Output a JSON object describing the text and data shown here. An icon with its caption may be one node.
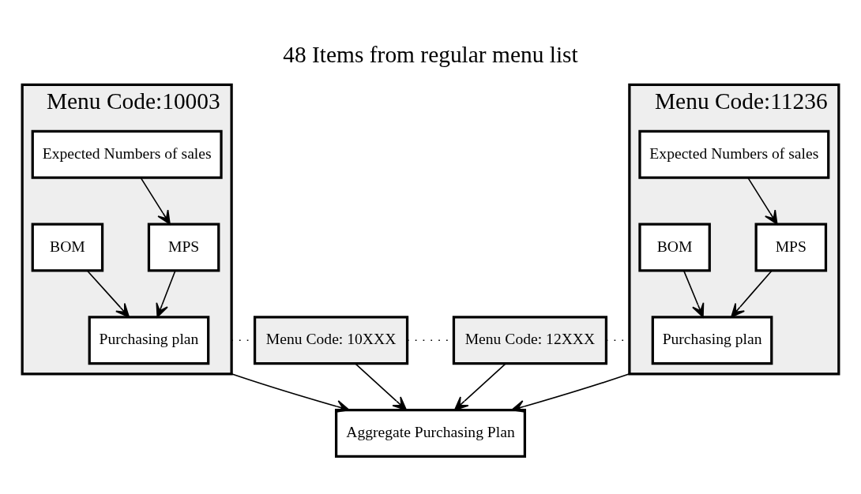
{
  "diagram": {
    "title": "48 Items from regular menu list",
    "nodes": [
      {
        "text": [
          "Menu Code:10003"
        ]
      },
      {
        "text": [
          "Expected Numbers of sales"
        ],
        "in": 0
      },
      {
        "text": [
          "MPS"
        ],
        "in": 0
      },
      {
        "text": [
          "BOM"
        ],
        "in": 0
      },
      {
        "text": [
          "Purchasing plan"
        ],
        "in": 0
      },
      {
        "text": [
          "Menu Code: 10XXX"
        ]
      },
      {
        "text": [
          "Menu Code: 12XXX"
        ]
      },
      {
        "text": [
          "Menu Code:11236"
        ]
      },
      {
        "text": [
          "Expected Numbers of sales"
        ],
        "in": 7
      },
      {
        "text": [
          "MPS"
        ],
        "in": 7
      },
      {
        "text": [
          "BOM"
        ],
        "in": 7
      },
      {
        "text": [
          "Purchasing plan"
        ],
        "in": 7
      },
      {
        "text": [
          "Aggregate Purchasing Plan"
        ]
      }
    ],
    "edges": [
      {
        "from": 1,
        "to": 2,
        "arrow": "to"
      },
      {
        "from": 2,
        "to": 4,
        "arrow": "to"
      },
      {
        "from": 3,
        "to": 4,
        "arrow": "to"
      },
      {
        "from": 8,
        "to": 9,
        "arrow": "to"
      },
      {
        "from": 9,
        "to": 11,
        "arrow": "to"
      },
      {
        "from": 10,
        "to": 11,
        "arrow": "to"
      },
      {
        "from": 0,
        "to": 5,
        "arrow": "none",
        "style": "dashed"
      },
      {
        "from": 5,
        "to": 6,
        "arrow": "none",
        "style": "dashed"
      },
      {
        "from": 6,
        "to": 7,
        "arrow": "none",
        "style": "dashed"
      },
      {
        "from": 0,
        "to": 12,
        "arrow": "to"
      },
      {
        "from": 5,
        "to": 12,
        "arrow": "to"
      },
      {
        "from": 6,
        "to": 12,
        "arrow": "to"
      },
      {
        "from": 7,
        "to": 12,
        "arrow": "to"
      }
    ]
  }
}
